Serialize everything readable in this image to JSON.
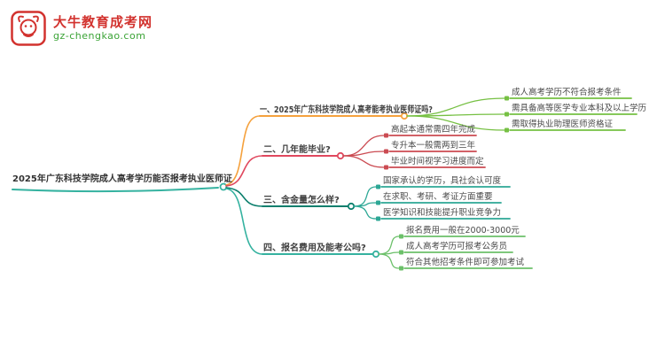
{
  "site": {
    "name": "大牛教育成考网",
    "domain": "gz-chengkao.com",
    "brand_red": "#d2322e",
    "brand_green": "#3aa335"
  },
  "colors": {
    "central": "#35b2a0"
  },
  "mindmap": {
    "central": "2025年广东科技学院成人高考学历能否报考执业医师证",
    "branches": [
      {
        "label": "一、2025年广东科技学院成人高考能考执业医师证吗?",
        "color": "#f5a13d",
        "child_color": "#76c043",
        "children": [
          "成人高考学历不符合报考条件",
          "需具备高等医学专业本科及以上学历",
          "需取得执业助理医师资格证"
        ]
      },
      {
        "label": "二、几年能毕业?",
        "color": "#e0485e",
        "child_color": "#cb4b52",
        "children": [
          "高起本通常需四年完成",
          "专升本一般需两到三年",
          "毕业时间视学习进度而定"
        ]
      },
      {
        "label": "三、含金量怎么样?",
        "color": "#0c7f6d",
        "child_color": "#2ca795",
        "children": [
          "国家承认的学历，具社会认可度",
          "在求职、考研、考证方面重要",
          "医学知识和技能提升职业竞争力"
        ]
      },
      {
        "label": "四、报名费用及能考公吗?",
        "color": "#35b2a0",
        "child_color": "#6cc06a",
        "children": [
          "报名费用一般在2000-3000元",
          "成人高考学历可报考公务员",
          "符合其他招考条件即可参加考试"
        ]
      }
    ]
  }
}
